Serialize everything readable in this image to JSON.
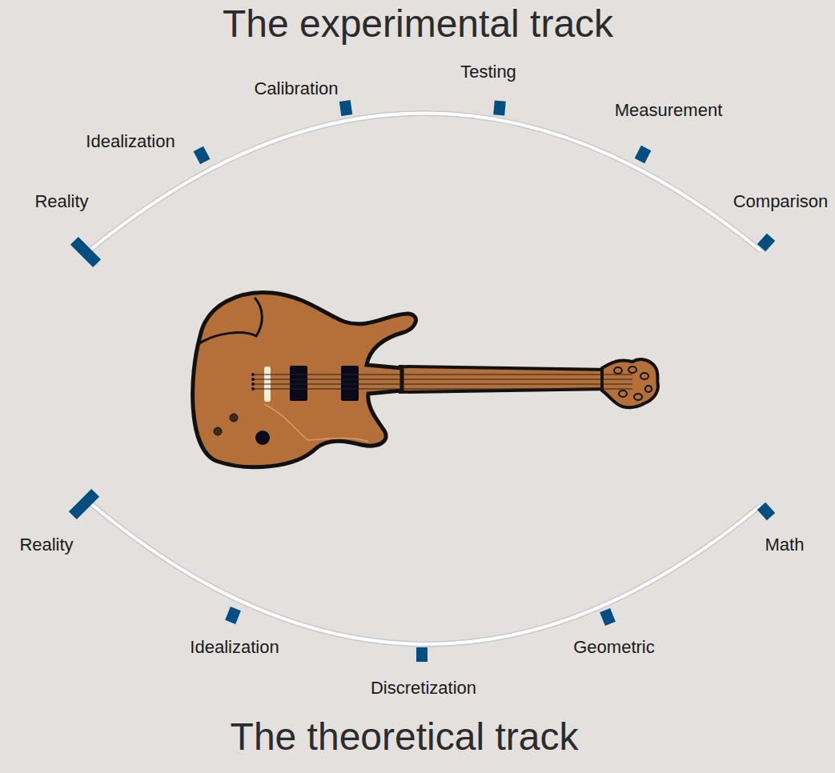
{
  "diagram": {
    "title": "The experimental track",
    "caption": "The theoretical track",
    "labels": [
      "Reality",
      "Idealization",
      "Calibration",
      "Testing",
      "Measurement",
      "Comparison",
      "Reality",
      "Idealization",
      "Discretization",
      "Geometric",
      "Math"
    ]
  }
}
